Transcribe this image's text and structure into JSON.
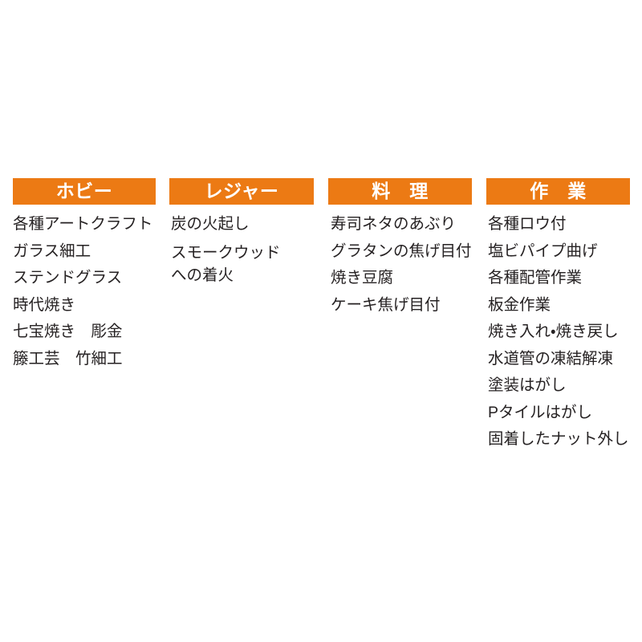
{
  "theme": {
    "background_color": "#ffffff",
    "header_bar_color": "#ec7a14",
    "header_text_color": "#ffffff",
    "item_text_color": "#262223"
  },
  "columns": [
    {
      "header": "ホビー",
      "items": [
        "各種アートクラフト",
        "ガラス細工",
        "ステンドグラス",
        "時代焼き",
        "七宝焼き　彫金",
        "籐工芸　竹細工"
      ]
    },
    {
      "header": "レジャー",
      "items": [
        "炭の火起し",
        "スモークウッド\nへの着火"
      ]
    },
    {
      "header": "料　理",
      "items": [
        "寿司ネタのあぶり",
        "グラタンの焦げ目付",
        "焼き豆腐",
        "ケーキ焦げ目付"
      ]
    },
    {
      "header": "作　業",
      "items": [
        "各種ロウ付",
        "塩ビパイプ曲げ",
        "各種配管作業",
        "板金作業",
        "焼き入れ・焼き戻し",
        "水道管の凍結解凍",
        "塗装はがし",
        "Pタイルはがし",
        "固着したナット外し"
      ]
    }
  ]
}
